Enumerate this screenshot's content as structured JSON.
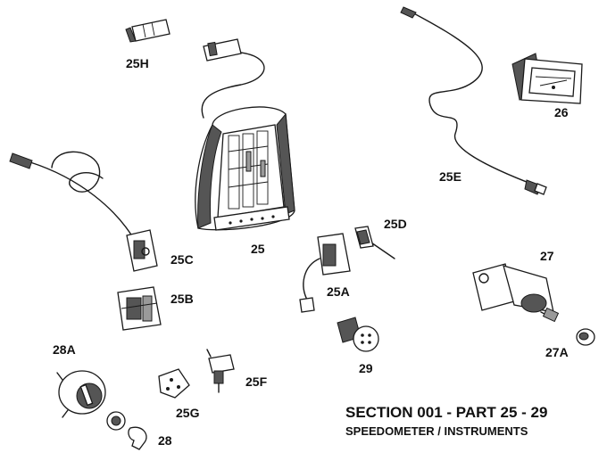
{
  "labels": {
    "l25H": "25H",
    "l25": "25",
    "l26": "26",
    "l25E": "25E",
    "l25C": "25C",
    "l25D": "25D",
    "l25B": "25B",
    "l25A": "25A",
    "l27": "27",
    "l29": "29",
    "l27A": "27A",
    "l28A": "28A",
    "l25F": "25F",
    "l25G": "25G",
    "l28": "28"
  },
  "caption": {
    "title": "SECTION  001 - PART 25 - 29",
    "subtitle": "SPEEDOMETER / INSTRUMENTS"
  }
}
